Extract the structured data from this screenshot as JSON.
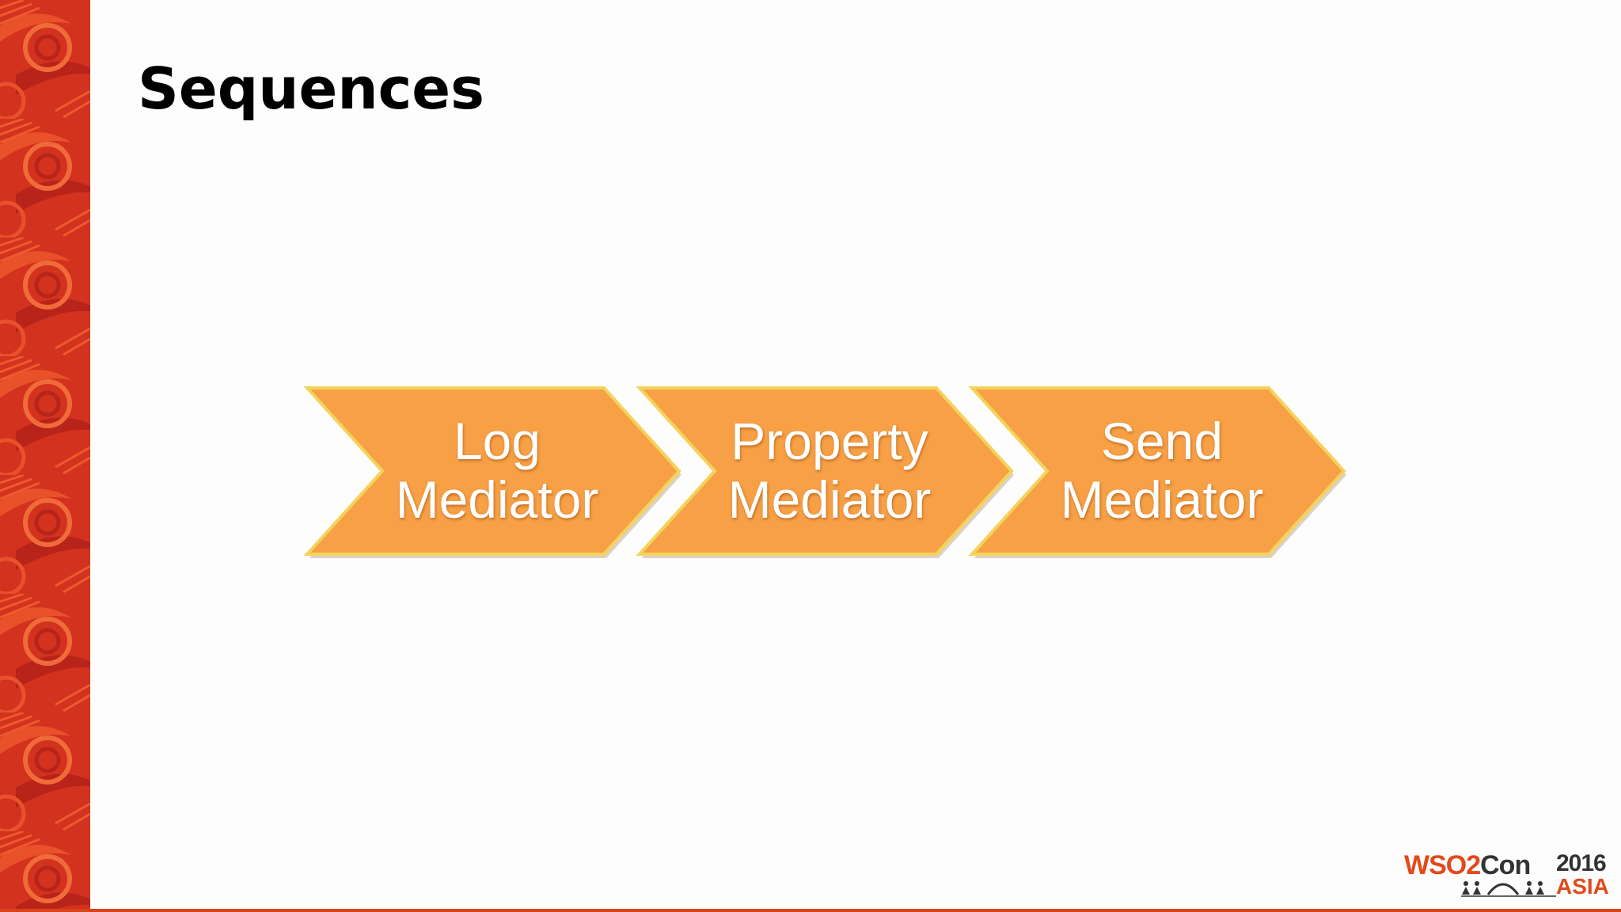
{
  "slide": {
    "title": "Sequences"
  },
  "diagram": {
    "steps": [
      {
        "line1": "Log",
        "line2": "Mediator"
      },
      {
        "line1": "Property",
        "line2": "Mediator"
      },
      {
        "line1": "Send",
        "line2": "Mediator"
      }
    ],
    "fill_color": "#f7a046",
    "edge_color": "#f3d35b"
  },
  "logo": {
    "brand": "WSO2",
    "brand_suffix": "Con",
    "year": "2016",
    "region": "ASIA"
  },
  "colors": {
    "side_band": "#d2321e",
    "side_band_dark": "#b8231a",
    "accent": "#e2491b"
  }
}
